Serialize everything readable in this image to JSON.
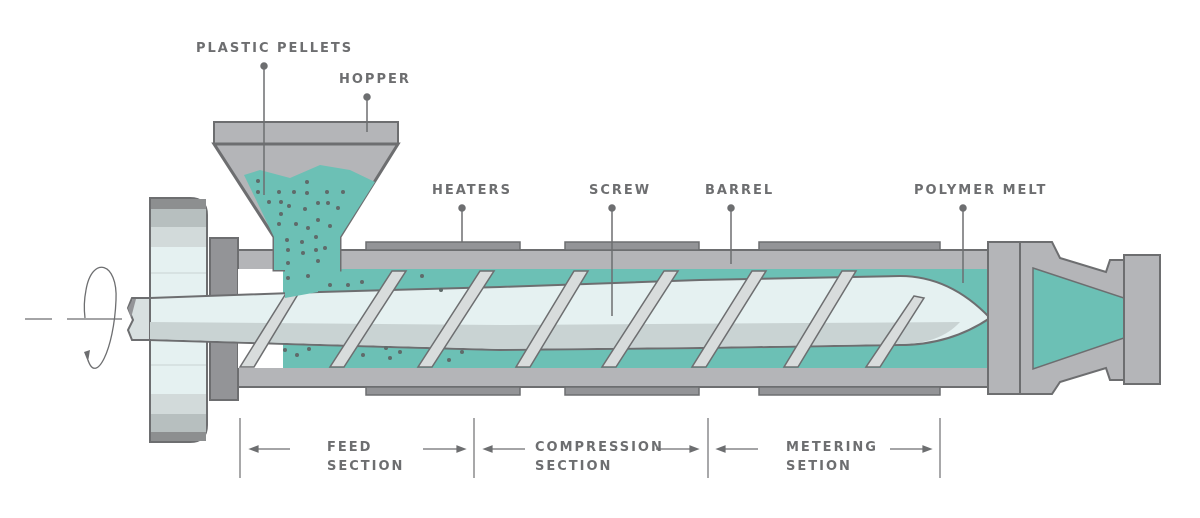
{
  "title": "Plastic Extruder Diagram",
  "colors": {
    "outline": "#6d6e70",
    "metal": "#b4b5b8",
    "metal_dark": "#939497",
    "polymer": "#6cc0b5",
    "screw_light": "#e5f1f1",
    "screw_mid": "#c9d3d3",
    "pellet": "#5f6b6a",
    "background": "#ffffff"
  },
  "labels": {
    "plastic_pellets": "PLASTIC PELLETS",
    "hopper": "HOPPER",
    "heaters": "HEATERS",
    "screw": "SCREW",
    "barrel": "BARREL",
    "polymer_melt": "POLYMER MELT"
  },
  "sections": [
    {
      "line1": "FEED",
      "line2": "SECTION"
    },
    {
      "line1": "COMPRESSION",
      "line2": "SECTION"
    },
    {
      "line1": "METERING",
      "line2": "SETION"
    }
  ],
  "icons": {
    "rotation": "rotation-arrow-icon"
  }
}
